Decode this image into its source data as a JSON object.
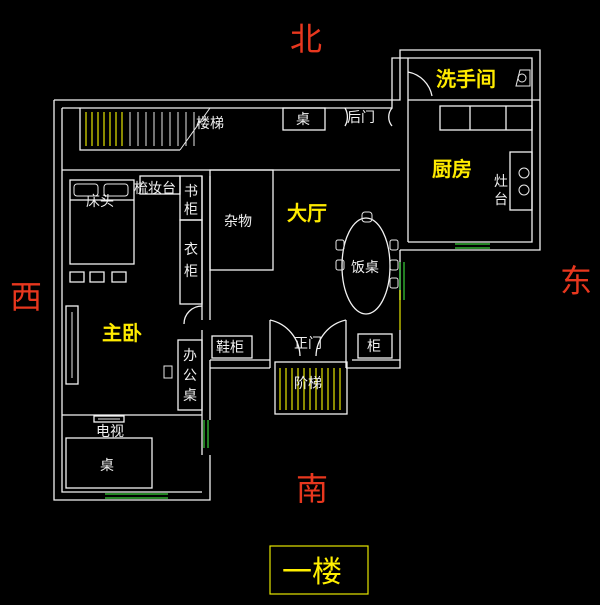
{
  "directions": {
    "north": "北",
    "south": "南",
    "east": "东",
    "west": "西"
  },
  "rooms": {
    "washroom": "洗手间",
    "kitchen": "厨房",
    "living_room": "大厅",
    "master_bedroom": "主卧"
  },
  "labels": {
    "stairs": "楼梯",
    "table_top": "桌",
    "back_door": "后门",
    "stove": [
      "灶",
      "台"
    ],
    "bed_head": "床头",
    "dresser": "梳妆台",
    "bookcase": [
      "书",
      "柜"
    ],
    "storage": "杂物",
    "wardrobe": [
      "衣",
      "柜"
    ],
    "dining_table": "饭桌",
    "office_desk": [
      "办",
      "公",
      "桌"
    ],
    "shoe_cabinet": "鞋柜",
    "front_door": "正门",
    "cabinet": "柜",
    "steps": "阶梯",
    "tv": "电视",
    "desk_bottom": "桌"
  },
  "floor_label": "一楼",
  "colors": {
    "wall": "#f2f2f2",
    "room_label": "#ffeb00",
    "direction": "#e8371e",
    "window": "#39d23a",
    "fixture": "#e6e600"
  }
}
